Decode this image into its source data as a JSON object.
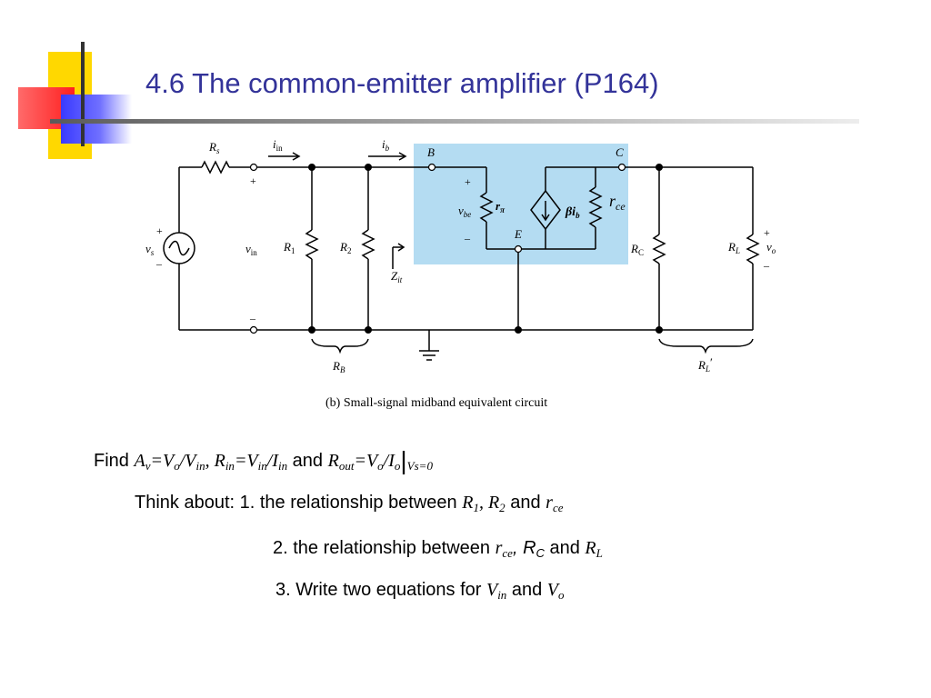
{
  "title": "4.6 The common-emitter amplifier (P164)",
  "colors": {
    "title": "#333399",
    "highlight": "#b4dcf2",
    "deco_yellow": "#ffd800",
    "deco_red": "#ff3333",
    "deco_blue": "#3333ff"
  },
  "circuit": {
    "caption": "(b) Small-signal midband equivalent circuit",
    "labels": {
      "rs": "R",
      "rs_sub": "s",
      "iin": "i",
      "iin_sub": "in",
      "ib": "i",
      "ib_sub": "b",
      "b": "B",
      "c": "C",
      "e": "E",
      "vs": "v",
      "vs_sub": "s",
      "vin": "v",
      "vin_sub": "in",
      "r1": "R",
      "r1_sub": "1",
      "r2": "R",
      "r2_sub": "2",
      "zit": "Z",
      "zit_sub": "it",
      "vbe": "v",
      "vbe_sub": "be",
      "rpi": "r",
      "rpi_sub": "π",
      "beta_ib": "βi",
      "beta_ib_sub": "b",
      "rce": "r",
      "rce_sub": "ce",
      "rc": "R",
      "rc_sub": "C",
      "rl": "R",
      "rl_sub": "L",
      "vo": "v",
      "vo_sub": "o",
      "rb": "R",
      "rb_sub": "B",
      "rlp": "R",
      "rlp_sub": "L",
      "rlp_prime": "′",
      "plus": "+",
      "minus": "–"
    }
  },
  "find_line": {
    "find": "Find ",
    "av": "A",
    "av_sub": "v",
    "eq1": "=V",
    "eq1_sub": "o",
    "div1": "/V",
    "div1_sub": "in",
    "comma1": ", ",
    "rin": "R",
    "rin_sub": "in",
    "eq2": "=V",
    "eq2_sub": "in",
    "div2": "/I",
    "div2_sub": "in",
    "and1": " and ",
    "rout": "R",
    "rout_sub": "out",
    "eq3": "=V",
    "eq3_sub": "o",
    "div3": "/I",
    "div3_sub": "o",
    "bar": "|",
    "cond": "Vs=0"
  },
  "think": {
    "intro": "Think about: 1. the relationship between ",
    "r1": "R",
    "r1_sub": "1",
    "comma": ", ",
    "r2": "R",
    "r2_sub": "2",
    "and": " and ",
    "rce": "r",
    "rce_sub": "ce"
  },
  "item2": {
    "text": "2. the relationship between ",
    "rce": "r",
    "rce_sub": "ce",
    "comma": ", ",
    "rc": "R",
    "rc_sub": "C",
    "and": " and ",
    "rl": "R",
    "rl_sub": "L"
  },
  "item3": {
    "text": "3. Write two equations for ",
    "vin": "V",
    "vin_sub": "in",
    "and": " and ",
    "vo": "V",
    "vo_sub": "o"
  }
}
